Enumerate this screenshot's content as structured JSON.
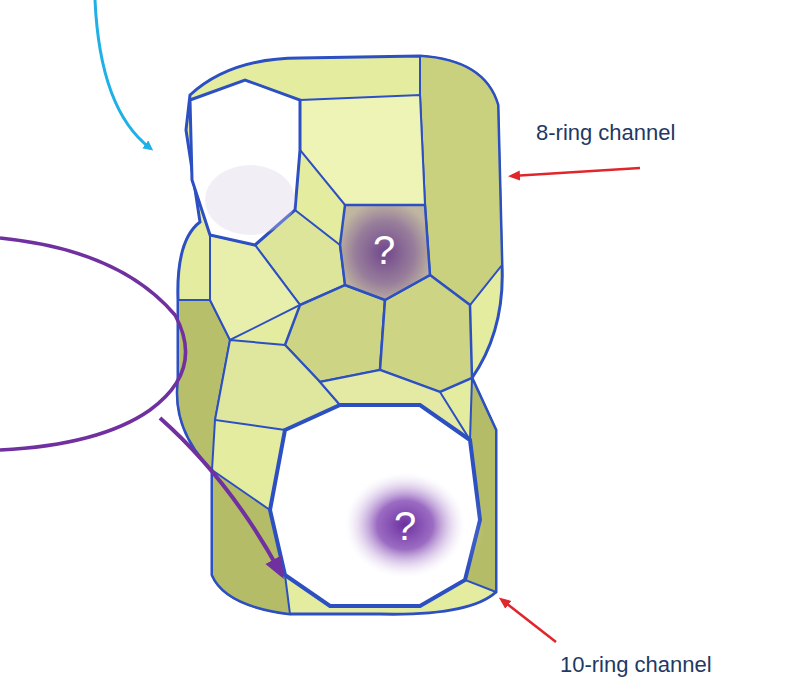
{
  "diagram": {
    "labels": [
      "8-ring channel",
      "?",
      "?",
      "10-ring channel"
    ]
  }
}
